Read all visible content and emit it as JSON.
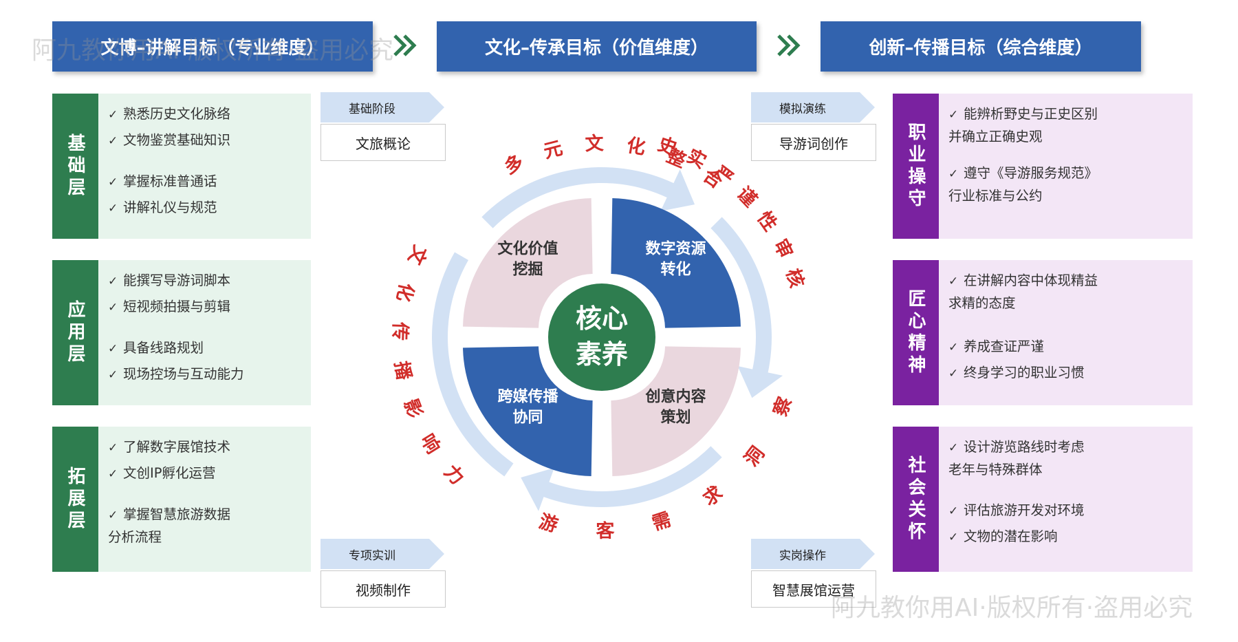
{
  "headers": [
    "文博–讲解目标（专业维度）",
    "文化–传承目标（价值维度）",
    "创新–传播目标（综合维度）"
  ],
  "left_layers": [
    {
      "name": "基础层",
      "items": [
        "熟悉历史文化脉络",
        "文物鉴赏基础知识",
        "掌握标准普通话",
        "讲解礼仪与规范"
      ]
    },
    {
      "name": "应用层",
      "items": [
        "能撰写导游词脚本",
        "短视频拍摄与剪辑",
        "具备线路规划",
        "现场控场与互动能力"
      ]
    },
    {
      "name": "拓展层",
      "items": [
        "了解数字展馆技术",
        "文创IP孵化运营",
        "掌握智慧旅游数据\n分析流程"
      ]
    }
  ],
  "right_layers": [
    {
      "name": "职业操守",
      "items": [
        "能辨析野史与正史区别\n并确立正确史观",
        "遵守《导游服务规范》\n行业标准与公约"
      ]
    },
    {
      "name": "匠心精神",
      "items": [
        "在讲解内容中体现精益\n求精的态度",
        "养成查证严谨",
        "终身学习的职业习惯"
      ]
    },
    {
      "name": "社会关怀",
      "items": [
        "设计游览路线时考虑\n老年与特殊群体",
        "评估旅游开发对环境",
        "文物的潜在影响"
      ]
    }
  ],
  "stages": [
    {
      "label": "基础阶段",
      "content": "文旅概论"
    },
    {
      "label": "模拟演练",
      "content": "导游词创作"
    },
    {
      "label": "专项实训",
      "content": "视频制作"
    },
    {
      "label": "实岗操作",
      "content": "智慧展馆运营"
    }
  ],
  "center": {
    "line1": "核心",
    "line2": "素养"
  },
  "quadrants": [
    "文化价值\n挖掘",
    "数字资源\n转化",
    "跨媒传播\n协同",
    "创意内容\n策划"
  ],
  "arc_labels": [
    "多元文化整合",
    "史实严谨性审核",
    "文化传播影响力",
    "游客需求洞察"
  ],
  "check_mark": "✓",
  "watermarks": [
    "阿九教你用AI·版权所有·盗用必究",
    "阿九教你用AI·版权所有·盗用必究"
  ],
  "colors": {
    "blue": "#3263ae",
    "green": "#2e7d4f",
    "purple": "#7a22a0",
    "pink": "#ead7de",
    "arc": "#d2e1f4",
    "red_text": "#d12d2a",
    "light_green": "#e7f4ec",
    "light_purple": "#f3e6f6"
  }
}
